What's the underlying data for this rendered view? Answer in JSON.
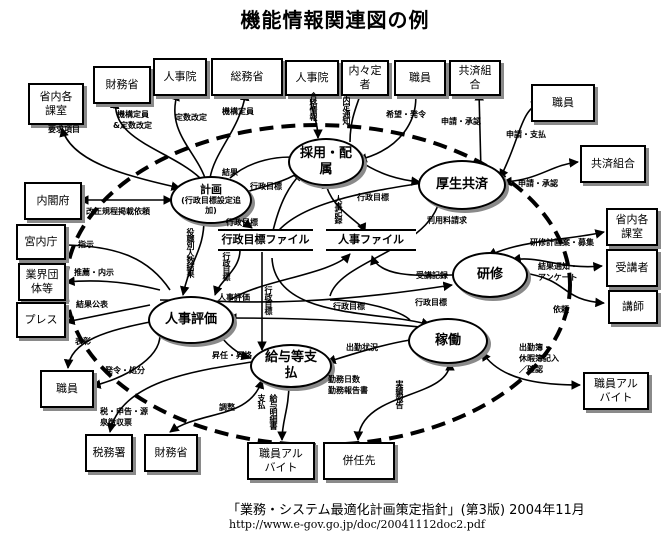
{
  "title": "機能情報関連図の例",
  "processes": {
    "saiyou": "採用・配属",
    "kousei": "厚生共済",
    "keikaku": "計画",
    "keikaku_sub": "(行政目標設定追加)",
    "kenshu": "研修",
    "jinji_hyoka": "人事評価",
    "kadou": "稼働",
    "kyuyo": "給与等支払"
  },
  "data_stores": {
    "gyosei_file": "行政目標ファイル",
    "jinji_file": "人事ファイル"
  },
  "entities": {
    "shonai_top": "省内各課室",
    "zaimusho_top": "財務省",
    "jinjiin_1": "人事院",
    "somusho": "総務省",
    "jinjiin_2": "人事院",
    "naitei": "内々定者",
    "shokuin_top": "職員",
    "kyosai_top": "共済組合",
    "shokuin_right": "職員",
    "kyosai_right": "共済組合",
    "naikakufu": "内閣府",
    "kunaicho": "宮内庁",
    "gyokai": "業界団体等",
    "press": "プレス",
    "shonai_right": "省内各課室",
    "jukosha": "受講者",
    "koshi": "講師",
    "shokuin_left": "職員",
    "shokuin_arbeit_right": "職員アルバイト",
    "zeimusho": "税務署",
    "zaimusho_bottom": "財務省",
    "shokuin_arbeit_bottom": "職員アルバイト",
    "heninsaki": "併任先"
  },
  "flow_labels": {
    "yokyu": "要求項目",
    "kiko_teiin": "機構定員",
    "kiko_teisu": "&定数改定",
    "teisu_kaitei": "定数改定",
    "kiko_teiin2": "機構定員",
    "gokaku": "合格情報",
    "naitei_tsuchi": "内定通知",
    "kibo_hatsurei": "希望・発令",
    "shinsei_shonin_top": "申請・承認",
    "shinsei_shiharai": "申請・支払",
    "shinsei_shonin_right": "申請・承認",
    "kekka": "結果",
    "gyosei_1": "行政目標",
    "kaisei": "改正規程掲載依頼",
    "gyosei_2": "行政目標",
    "gyosei_3": "行政目標",
    "jinji_kiroku": "人事記録",
    "riyo": "利用料請求",
    "shokumei": "役職別人数結果",
    "kenshu_keikaku": "研修計画案・募集",
    "kekka_tsuchi": "結果通知・",
    "ankeito": "アンケート",
    "jukou_kiroku": "受講記録",
    "shimei": "指示",
    "suisen": "推薦・内示",
    "gyosei_4": "行政目標",
    "jinji_hyoka_lbl": "人事評価",
    "gyosei_5": "行政目標",
    "gyosei_6": "行政目標",
    "gyosei_7": "行政目標",
    "irai": "依頼",
    "kekka_kohyo": "結果公表",
    "hyosho": "表彰",
    "hatsurei": "発令・処分",
    "shoshin": "昇任・昇格",
    "shukkin": "出勤状況",
    "kinmu1": "勤務日数",
    "kinmu2": "勤務報告書",
    "shukkinbo1": "出勤簿・",
    "shukkinbo2": "休暇簿記入",
    "shukkinbo3": "／確認",
    "zei1": "税・申告・源",
    "zei2": "泉徴収票",
    "chosei": "調整",
    "shiharai": "支払",
    "kyuyo_meisai": "給与明細書",
    "jisseki": "実績報告"
  },
  "footer": {
    "source": "「業務・システム最適化計画策定指針」(第3版) 2004年11月",
    "url": "http://www.e-gov.go.jp/doc/20041112doc2.pdf"
  }
}
